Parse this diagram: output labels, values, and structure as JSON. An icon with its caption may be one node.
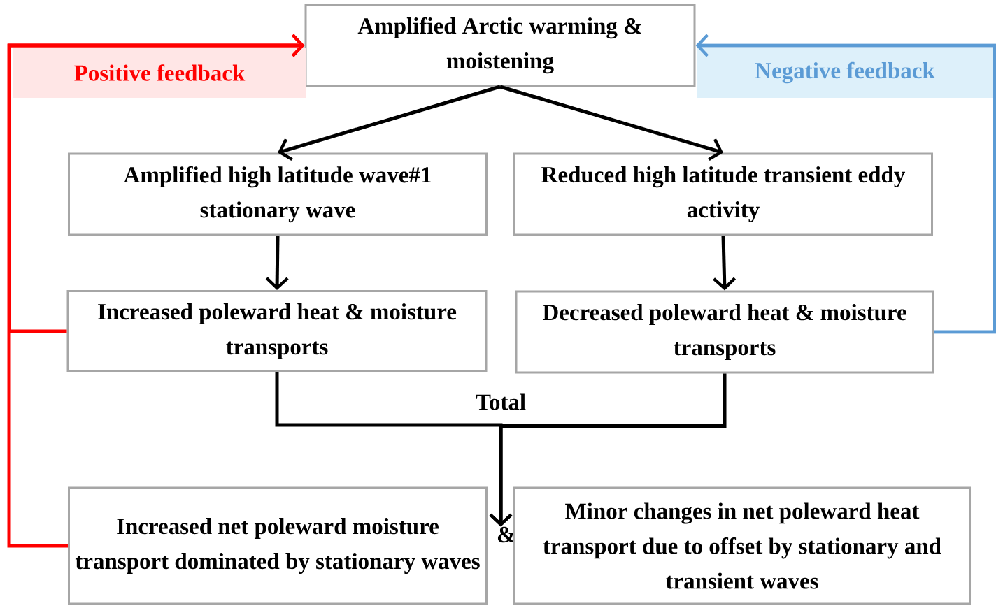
{
  "diagram": {
    "nodes": [
      {
        "text": [
          "Amplified Arctic warming & moistening"
        ]
      },
      {
        "text": [
          "Positive feedback"
        ]
      },
      {
        "text": [
          "Negative feedback"
        ]
      },
      {
        "text": [
          "Amplified high latitude wave#1 stationary wave"
        ]
      },
      {
        "text": [
          "Reduced high latitude transient eddy activity"
        ]
      },
      {
        "text": [
          "Increased poleward heat & moisture transports"
        ]
      },
      {
        "text": [
          "Decreased poleward heat & moisture transports"
        ]
      },
      {
        "text": [
          "Increased net poleward moisture transport dominated by stationary waves"
        ]
      },
      {
        "text": [
          "&"
        ]
      },
      {
        "text": [
          "Minor changes in net poleward heat transport due to offset by stationary and transient waves"
        ]
      }
    ],
    "edges": [
      {
        "from": 0,
        "to": 3,
        "arrow": "to"
      },
      {
        "from": 0,
        "to": 4,
        "arrow": "to"
      },
      {
        "from": 3,
        "to": 5,
        "arrow": "to"
      },
      {
        "from": 4,
        "to": 6,
        "arrow": "to"
      },
      {
        "from": 5,
        "to": 8,
        "arrow": "to"
      },
      {
        "from": 6,
        "to": 8,
        "arrow": "to"
      },
      {
        "from": 5,
        "to": 0,
        "arrow": "to",
        "color": "#ff0000"
      },
      {
        "from": 7,
        "to": 0,
        "arrow": "to",
        "color": "#ff0000"
      },
      {
        "from": 6,
        "to": 0,
        "arrow": "to",
        "color": "#5b9bd5"
      }
    ],
    "labels": [
      "Total"
    ]
  }
}
